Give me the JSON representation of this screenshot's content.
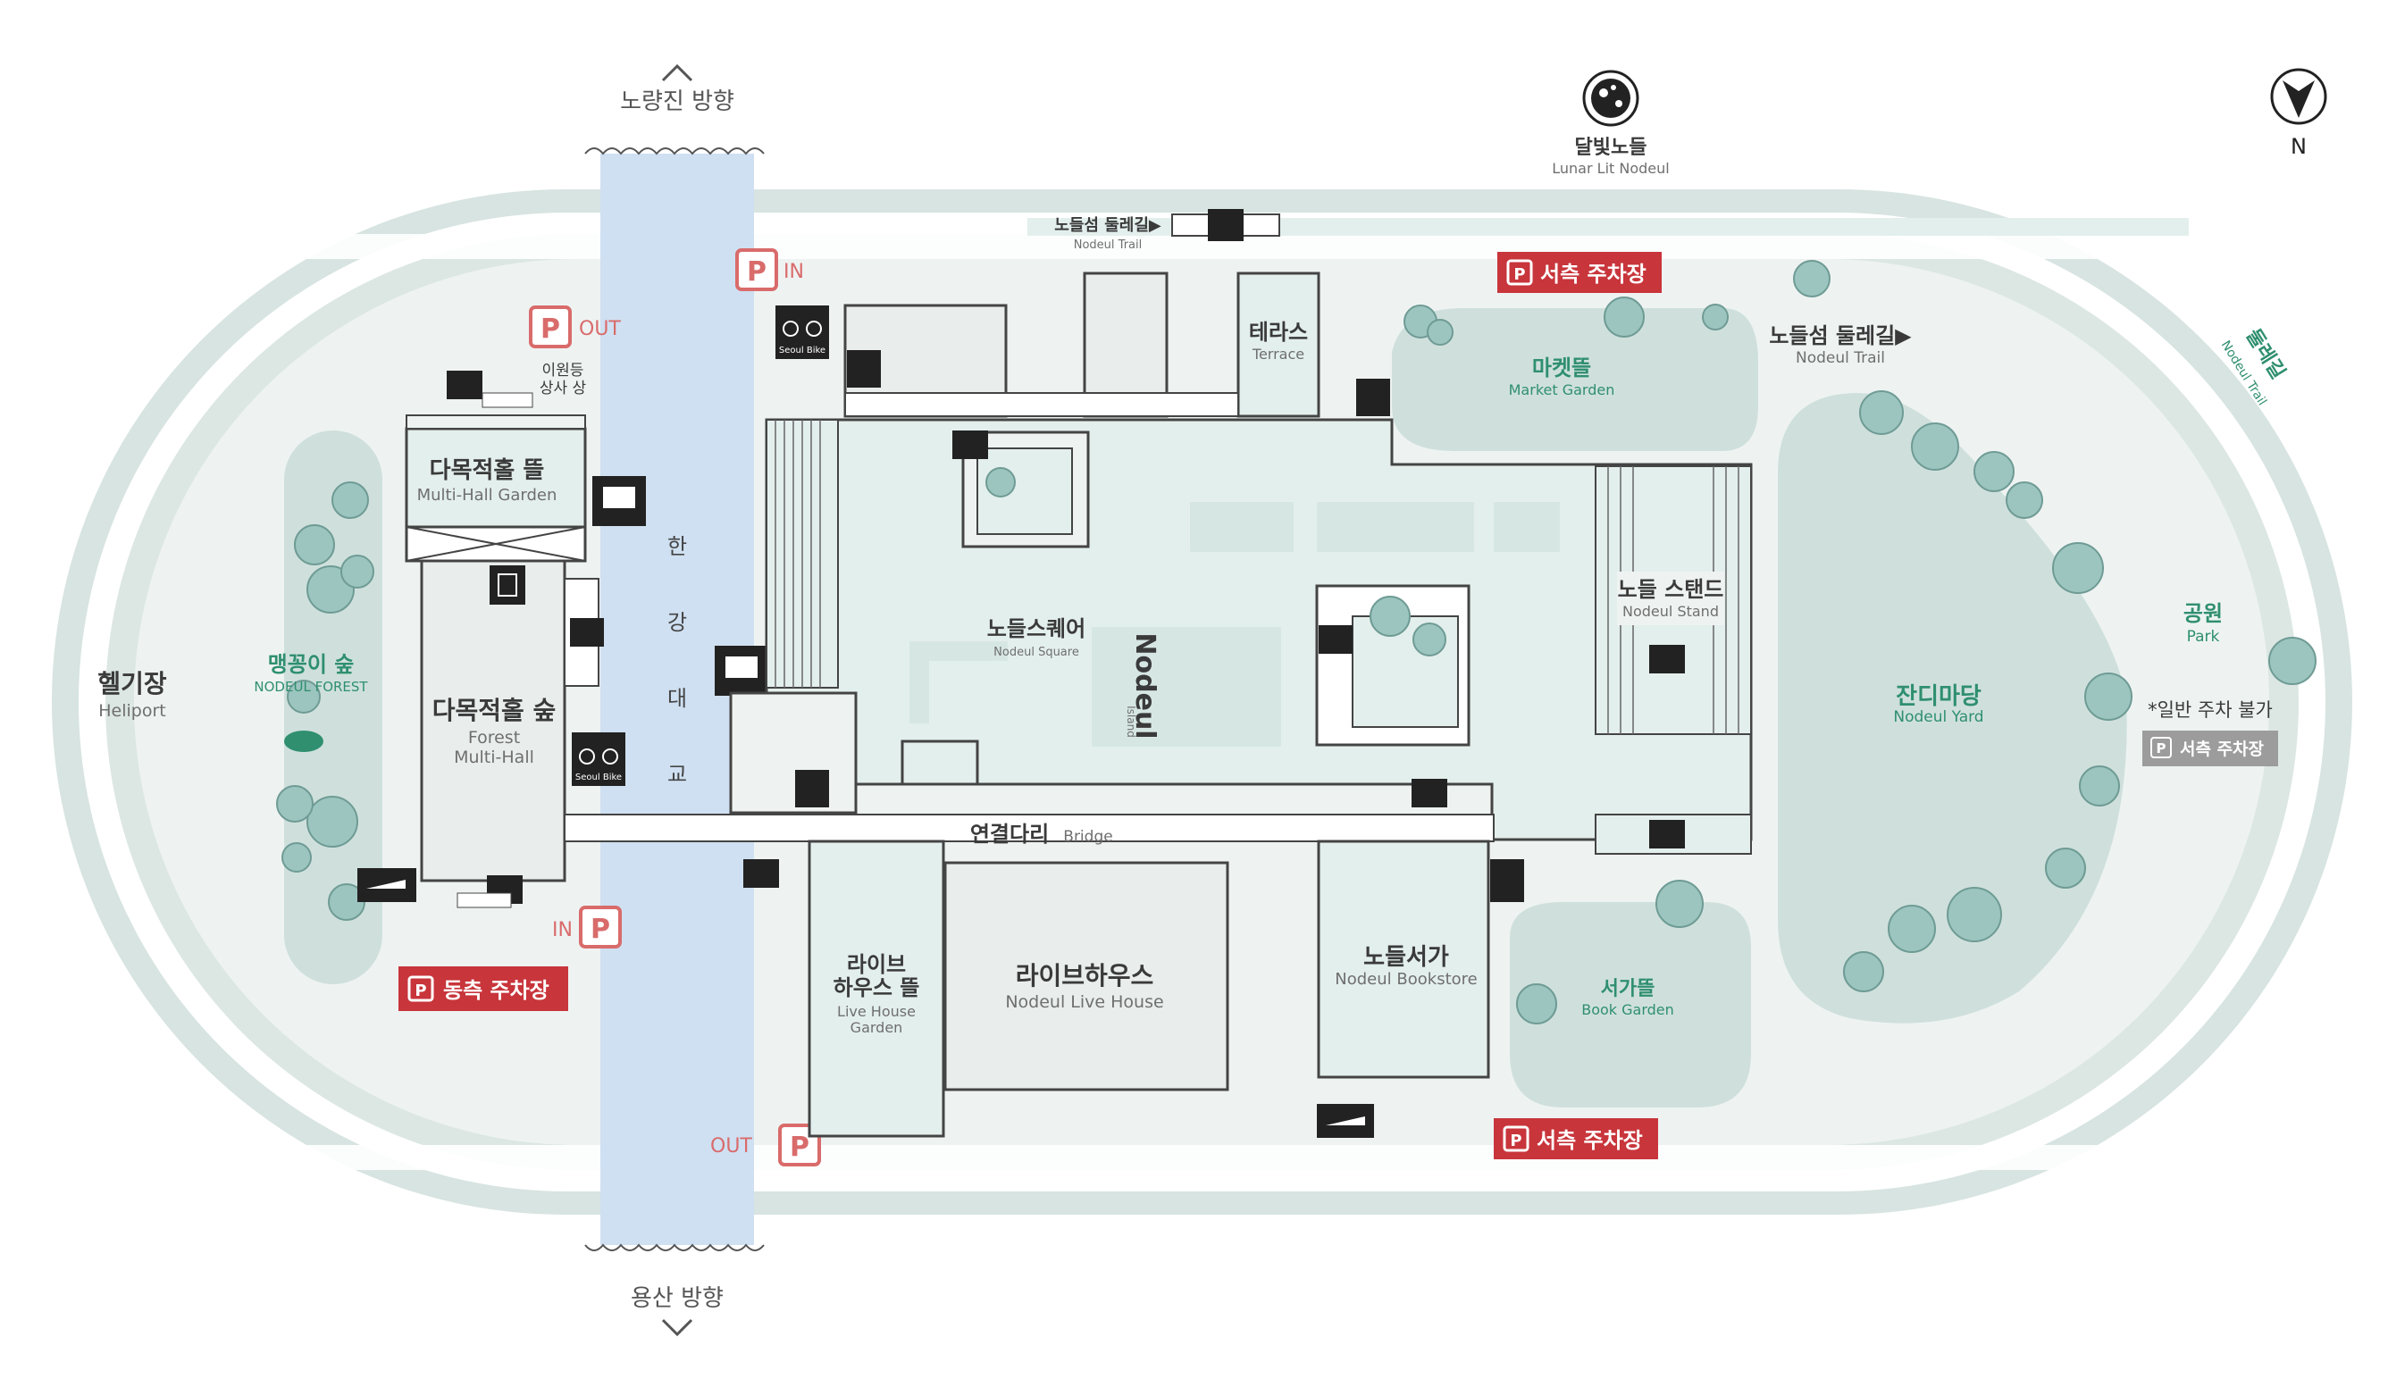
{
  "colors": {
    "ring": "#d2e0dd",
    "land": "#eef3f2",
    "building": "#e9eeed",
    "green_area": "#cfe0dc",
    "pale_green": "#e3efec",
    "river": "#cfe0f0",
    "parking_red": "#c8353b",
    "parking_outline": "#d96b6b",
    "text_dark": "#3a3a3a",
    "text_green": "#2f8f6f"
  },
  "compass": {
    "label": "N",
    "icon": "north-arrow-icon"
  },
  "directions": {
    "north": "노량진 방향",
    "south": "용산 방향"
  },
  "bridge_name": [
    "한",
    "강",
    "대",
    "교"
  ],
  "lunar": {
    "ko": "달빛노들",
    "en": "Lunar Lit Nodeul",
    "icon": "moon-icon"
  },
  "trail_top": {
    "ko": "노들섬 둘레길▶",
    "en": "Nodeul Trail"
  },
  "trail_right": {
    "ko": "노들섬 둘레길▶",
    "en": "Nodeul Trail"
  },
  "trail_curve": {
    "ko": "둘레길",
    "en": "Nodeul Trail"
  },
  "parking": {
    "in_top": "IN",
    "out_top": "OUT",
    "in_bottom": "IN",
    "out_bottom": "OUT",
    "west_top": "서측 주차장",
    "west_bottom": "서측 주차장",
    "east": "동측 주차장",
    "west_gray": "서측 주차장",
    "general_note": "*일반 주차 불가",
    "p_letter": "P"
  },
  "bike_label": "Seoul Bike",
  "places": {
    "heliport": {
      "ko": "헬기장",
      "en": "Heliport"
    },
    "forest": {
      "ko": "맹꽁이 숲",
      "en": "NODEUL FOREST"
    },
    "multihall_garden": {
      "ko": "다목적홀 뜰",
      "en": "Multi-Hall Garden"
    },
    "multihall": {
      "ko": "다목적홀 숲",
      "en1": "Forest",
      "en2": "Multi-Hall"
    },
    "shop": {
      "ko1": "이원등",
      "ko2": "상사 상"
    },
    "terrace": {
      "ko": "테라스",
      "en": "Terrace"
    },
    "market": {
      "ko": "마켓뜰",
      "en": "Market Garden"
    },
    "square": {
      "ko": "노들스퀘어",
      "en": "Nodeul Square"
    },
    "island": {
      "en": "Nodeul",
      "en2": "Island"
    },
    "stand": {
      "ko": "노들 스탠드",
      "en": "Nodeul Stand"
    },
    "park": {
      "ko": "공원",
      "en": "Park"
    },
    "yard": {
      "ko": "잔디마당",
      "en": "Nodeul Yard"
    },
    "bridge": {
      "ko": "연결다리",
      "en": "Bridge"
    },
    "livegarden": {
      "ko1": "라이브",
      "ko2": "하우스 뜰",
      "en1": "Live House",
      "en2": "Garden"
    },
    "livehouse": {
      "ko": "라이브하우스",
      "en": "Nodeul Live House"
    },
    "bookstore": {
      "ko": "노들서가",
      "en": "Nodeul Bookstore"
    },
    "bookgarden": {
      "ko": "서가뜰",
      "en": "Book Garden"
    }
  }
}
